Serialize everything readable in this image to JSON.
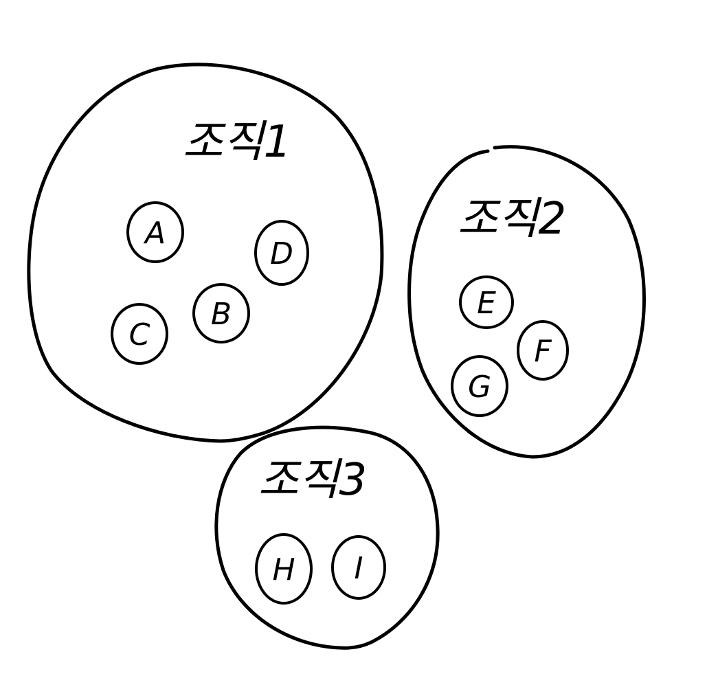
{
  "groups": [
    {
      "label": "조직1",
      "members": [
        "A",
        "B",
        "C",
        "D"
      ]
    },
    {
      "label": "조직2",
      "members": [
        "E",
        "F",
        "G"
      ]
    },
    {
      "label": "조직3",
      "members": [
        "H",
        "I"
      ]
    }
  ],
  "colors": {
    "stroke": "#000000",
    "background": "#ffffff"
  }
}
